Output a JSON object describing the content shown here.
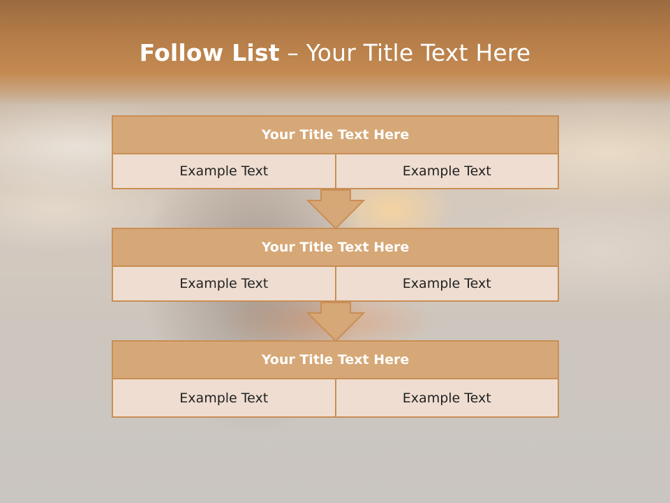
{
  "slide": {
    "title": {
      "bold": "Follow List",
      "separator": " – ",
      "rest": "Your Title Text Here"
    },
    "blocks": [
      {
        "title": "Your Title Text Here",
        "cells": [
          "Example Text",
          "Example Text"
        ]
      },
      {
        "title": "Your Title Text Here",
        "cells": [
          "Example Text",
          "Example Text"
        ]
      },
      {
        "title": "Your Title Text Here",
        "cells": [
          "Example Text",
          "Example Text"
        ]
      }
    ],
    "colors": {
      "header_band": "#b47c48",
      "block_header": "#d6a777",
      "block_border": "#c98e55",
      "cell_fill": "#eeddd0",
      "arrow_fill": "#d6a777"
    },
    "icons": {
      "connector": "down-arrow-icon"
    }
  }
}
